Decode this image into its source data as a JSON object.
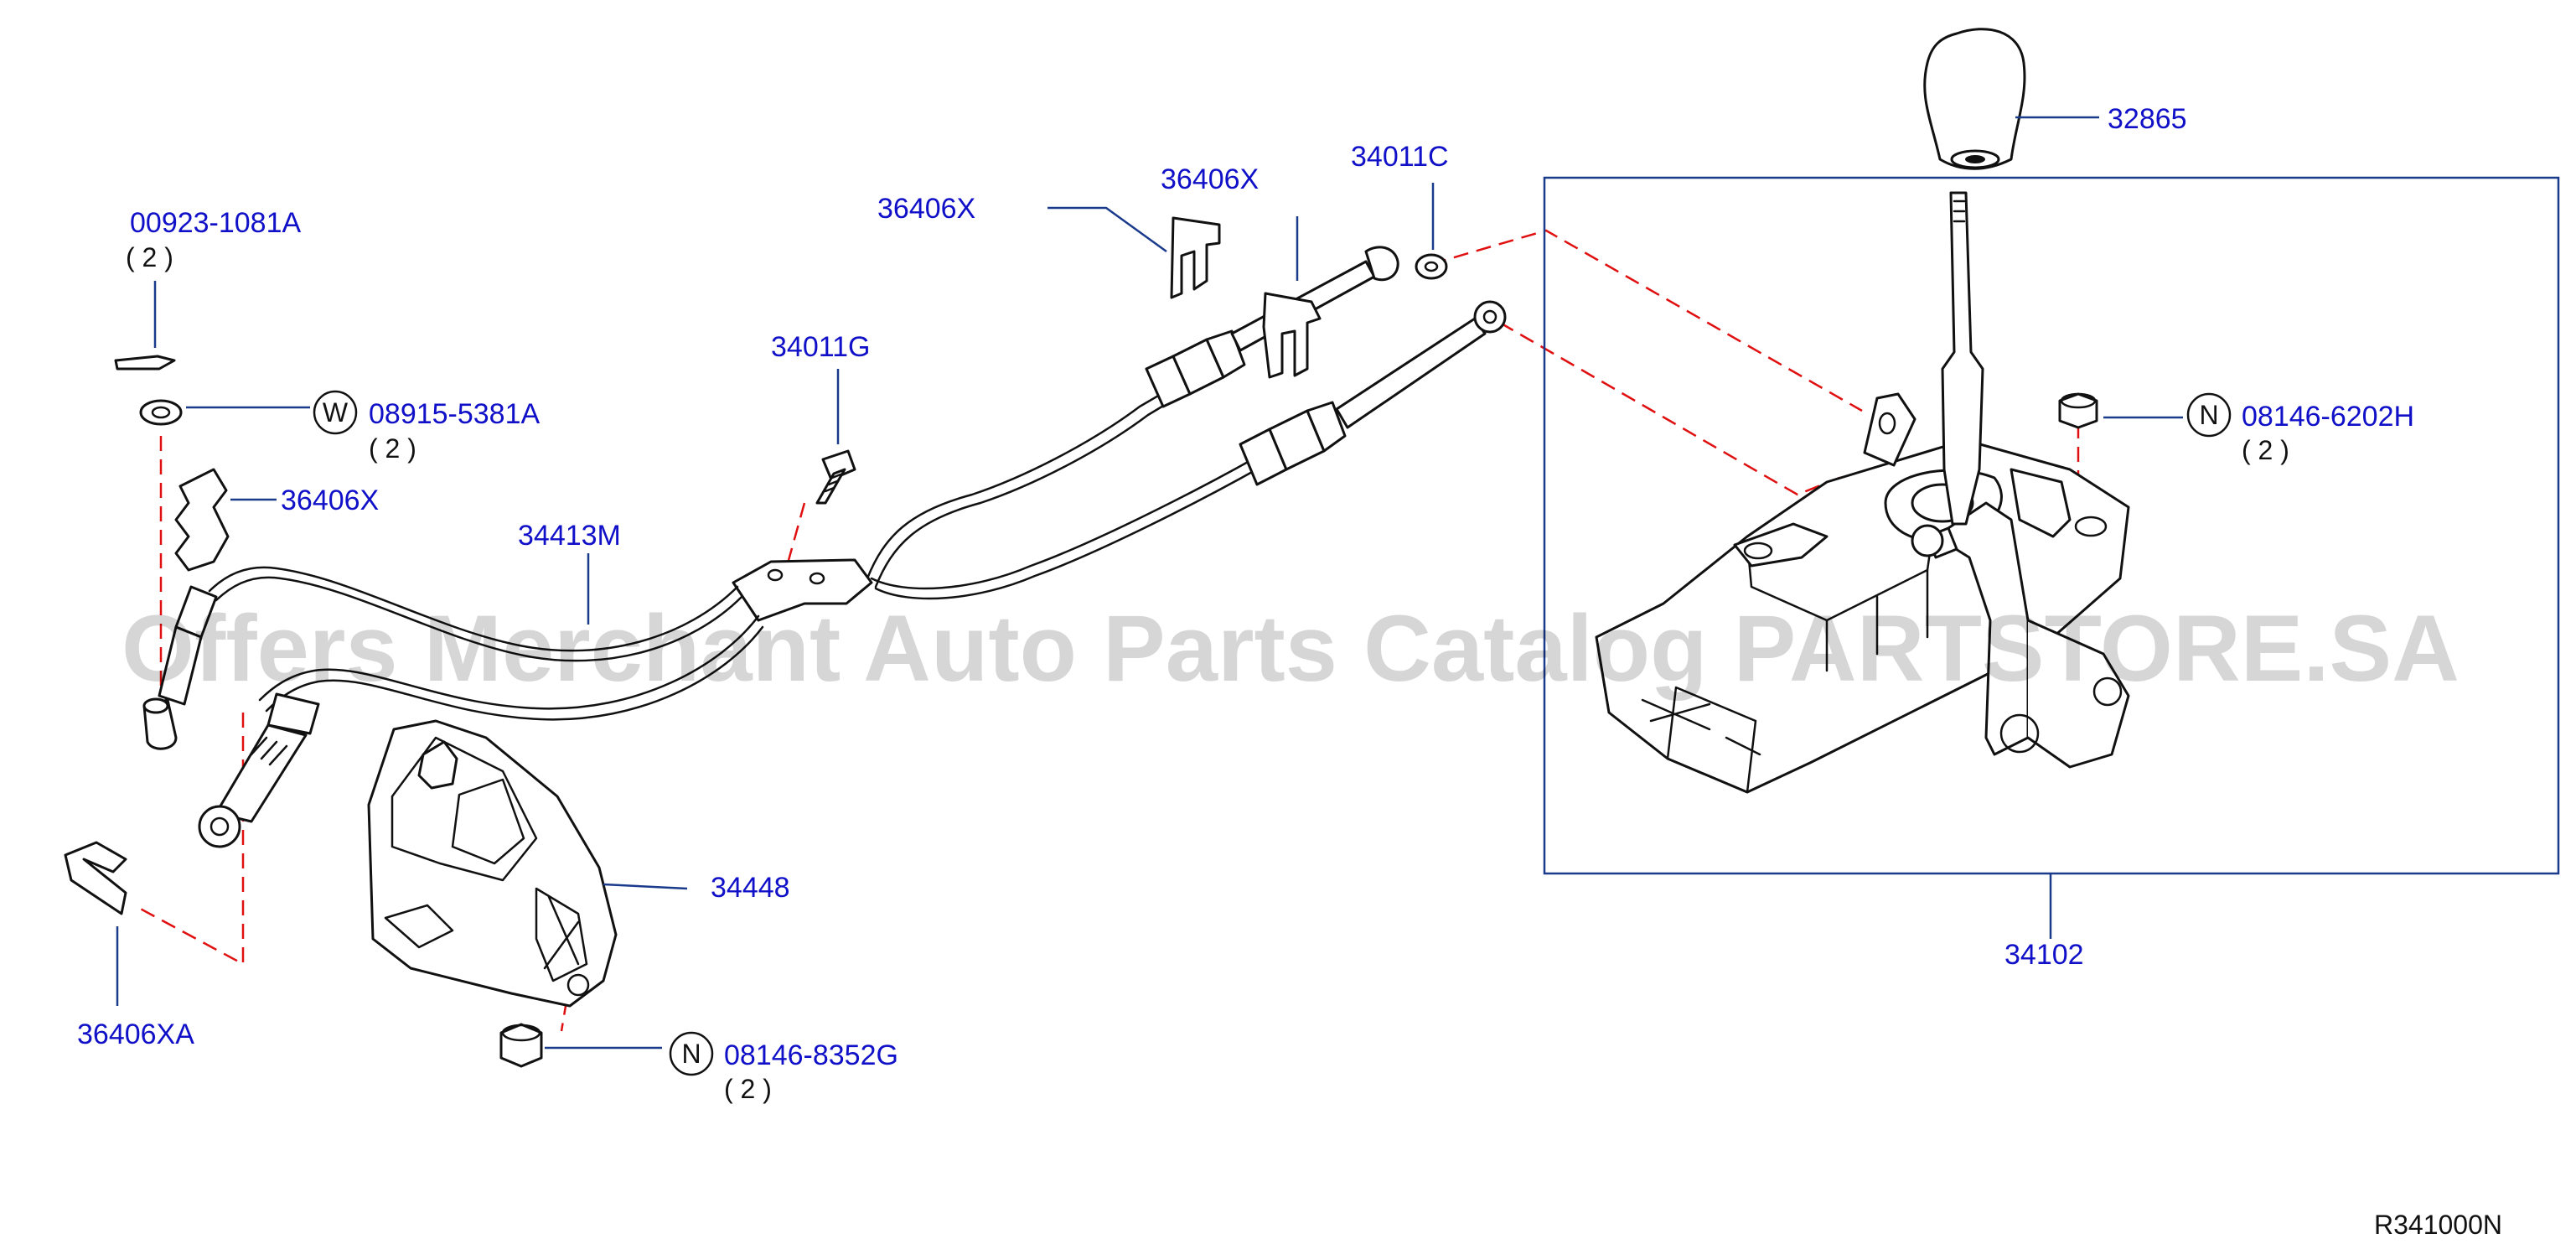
{
  "colors": {
    "label": "#1010c8",
    "leader": "#1a3a8c",
    "dashed_link": "#e01010",
    "line_art": "#111111",
    "background": "#ffffff"
  },
  "labels": {
    "p_00923_1081A": "00923-1081A",
    "p_00923_1081A_qty": "( 2 )",
    "p_08915_5381A": "08915-5381A",
    "p_08915_5381A_prefix": "W",
    "p_08915_5381A_qty": "( 2 )",
    "p_36406X_left": "36406X",
    "p_34413M": "34413M",
    "p_36406XA": "36406XA",
    "p_34448": "34448",
    "p_08146_8352G": "08146-8352G",
    "p_08146_8352G_prefix": "N",
    "p_08146_8352G_qty": "( 2 )",
    "p_34011G": "34011G",
    "p_36406X_mid": "36406X",
    "p_36406X_top": "36406X",
    "p_34011C": "34011C",
    "p_32865": "32865",
    "p_08146_6202H": "08146-6202H",
    "p_08146_6202H_prefix": "N",
    "p_08146_6202H_qty": "( 2 )",
    "p_34102": "34102"
  },
  "figure_ref": "R341000N",
  "watermark": "Offers Merchant Auto Parts Catalog PARTSTORE.SA"
}
